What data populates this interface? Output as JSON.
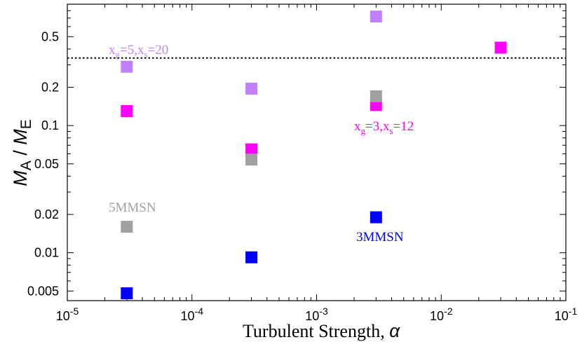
{
  "chart_data": {
    "type": "scatter",
    "xlabel": "Turbulent Strength, α",
    "ylabel": "MA / ME",
    "x_scale": "log",
    "y_scale": "log",
    "xlim": [
      1e-05,
      0.1
    ],
    "ylim": [
      0.0042,
      0.9
    ],
    "grid": false,
    "x_ticks": [
      {
        "value": 1e-05,
        "base": "10",
        "exp": "-5"
      },
      {
        "value": 0.0001,
        "base": "10",
        "exp": "-4"
      },
      {
        "value": 0.001,
        "base": "10",
        "exp": "-3"
      },
      {
        "value": 0.01,
        "base": "10",
        "exp": "-2"
      },
      {
        "value": 0.1,
        "base": "10",
        "exp": "-1"
      }
    ],
    "y_ticks": [
      {
        "value": 0.005,
        "label": "0.005"
      },
      {
        "value": 0.01,
        "label": "0.01"
      },
      {
        "value": 0.02,
        "label": "0.02"
      },
      {
        "value": 0.05,
        "label": "0.05"
      },
      {
        "value": 0.1,
        "label": "0.1"
      },
      {
        "value": 0.2,
        "label": "0.2"
      },
      {
        "value": 0.5,
        "label": "0.5"
      }
    ],
    "reference_line": {
      "y": 0.34,
      "style": "dotted",
      "color": "#000000"
    },
    "series": [
      {
        "name": "xg=5,xs=20",
        "color": "#c080ff",
        "x": [
          3e-05,
          0.0003,
          0.003
        ],
        "y": [
          0.29,
          0.195,
          0.72
        ]
      },
      {
        "name": "xg=3,xs=12",
        "color": "#ff00ff",
        "x": [
          3e-05,
          0.0003,
          0.003,
          0.03
        ],
        "y": [
          0.13,
          0.065,
          0.145,
          0.41
        ]
      },
      {
        "name": "5MMSN",
        "color": "#a0a0a0",
        "x": [
          3e-05,
          0.0003,
          0.003
        ],
        "y": [
          0.016,
          0.054,
          0.17
        ]
      },
      {
        "name": "3MMSN",
        "color": "#0000ff",
        "x": [
          3e-05,
          0.0003,
          0.003
        ],
        "y": [
          0.0048,
          0.0092,
          0.019
        ]
      }
    ],
    "annotations": {
      "purple": {
        "main": "x",
        "sub1": "g",
        "mid": "=5,x",
        "sub2": "s",
        "end": "=20",
        "color": "#c080ff"
      },
      "magenta": {
        "main": "x",
        "sub1": "g",
        "mid": "=3,x",
        "sub2": "s",
        "end": "=12",
        "color": "#ff00ff"
      },
      "gray": {
        "text": "5MMSN",
        "color": "#a0a0a0"
      },
      "blue": {
        "text": "3MMSN",
        "color": "#0000ff"
      }
    },
    "ylabel_parts": {
      "m1": "M",
      "s1": "A",
      "slash": " / ",
      "m2": "M",
      "s2": "E"
    },
    "xlabel_parts": {
      "text": "Turbulent Strength, ",
      "symbol": "α"
    }
  }
}
